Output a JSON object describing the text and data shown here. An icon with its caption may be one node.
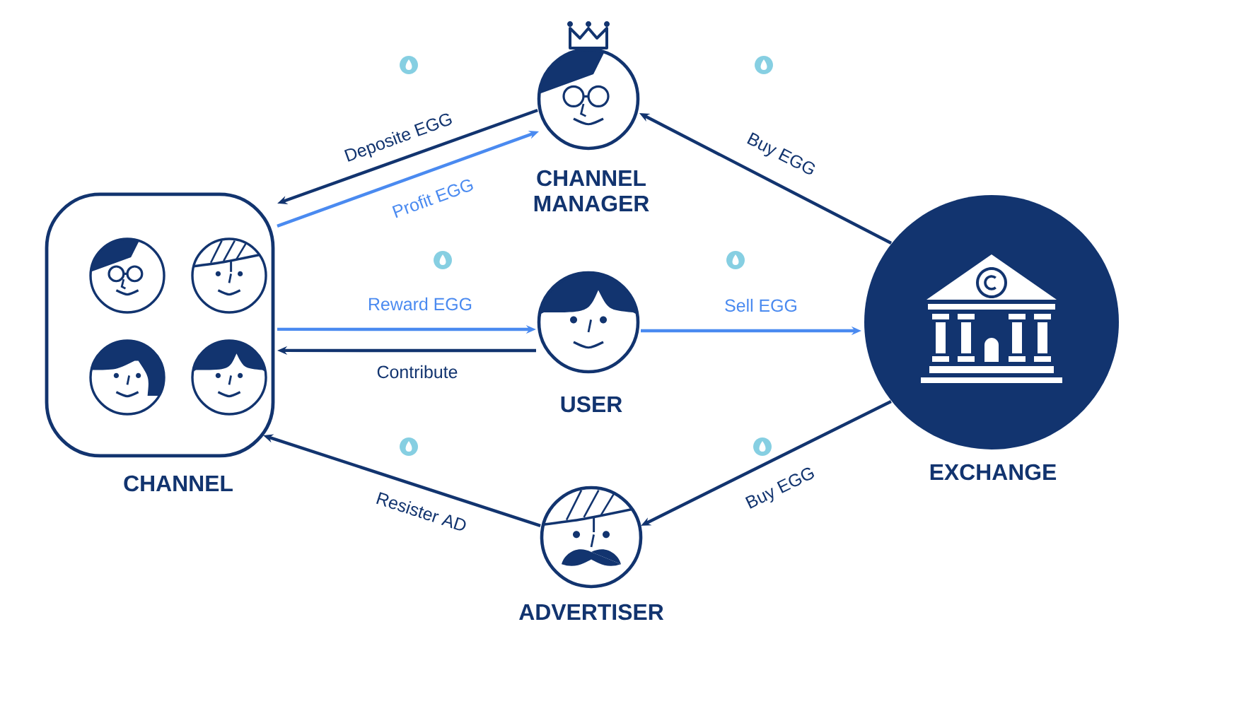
{
  "diagram": {
    "nodes": [
      {
        "text": [
          "CHANNEL"
        ]
      },
      {
        "text": [
          "CHANNEL MANAGER"
        ]
      },
      {
        "text": [
          "USER"
        ]
      },
      {
        "text": [
          "ADVERTISER"
        ]
      },
      {
        "text": [
          "EXCHANGE"
        ]
      }
    ],
    "edges": [
      {
        "from": 1,
        "to": 0,
        "arrow": "to",
        "label": "Deposite EGG"
      },
      {
        "from": 0,
        "to": 1,
        "arrow": "to",
        "label": "Profit EGG",
        "color": "#4a8af0"
      },
      {
        "from": 4,
        "to": 1,
        "arrow": "to",
        "label": "Buy EGG"
      },
      {
        "from": 0,
        "to": 2,
        "arrow": "to",
        "label": "Reward EGG",
        "color": "#4a8af0"
      },
      {
        "from": 2,
        "to": 0,
        "arrow": "to",
        "label": "Contribute"
      },
      {
        "from": 2,
        "to": 4,
        "arrow": "to",
        "label": "Sell EGG",
        "color": "#4a8af0"
      },
      {
        "from": 3,
        "to": 0,
        "arrow": "to",
        "label": "Resister AD"
      },
      {
        "from": 4,
        "to": 3,
        "arrow": "to",
        "label": "Buy EGG"
      }
    ]
  }
}
